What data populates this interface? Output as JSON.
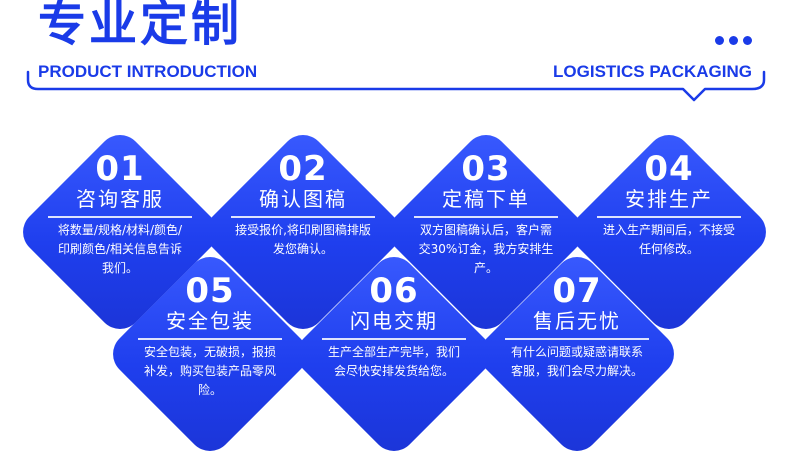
{
  "header": {
    "title": "专业定制",
    "subtitle_left": "PRODUCT INTRODUCTION",
    "subtitle_right": "LOGISTICS PACKAGING"
  },
  "colors": {
    "accent": "#1a3be8",
    "card": "#1f3fee",
    "text_on_card": "#ffffff"
  },
  "steps": [
    {
      "num": "01",
      "title": "咨询客服",
      "desc": "将数量/规格/材料/颜色/印刷颜色/相关信息告诉我们。"
    },
    {
      "num": "02",
      "title": "确认图稿",
      "desc": "接受报价,将印刷图稿排版发您确认。"
    },
    {
      "num": "03",
      "title": "定稿下单",
      "desc": "双方图稿确认后，客户需交30%订金，我方安排生产。"
    },
    {
      "num": "04",
      "title": "安排生产",
      "desc": "进入生产期间后，不接受任何修改。"
    },
    {
      "num": "05",
      "title": "安全包装",
      "desc": "安全包装，无破损，报损补发，购买包装产品零风险。"
    },
    {
      "num": "06",
      "title": "闪电交期",
      "desc": "生产全部生产完毕，我们会尽快安排发货给您。"
    },
    {
      "num": "07",
      "title": "售后无忧",
      "desc": "有什么问题或疑惑请联系客服，我们会尽力解决。"
    }
  ]
}
